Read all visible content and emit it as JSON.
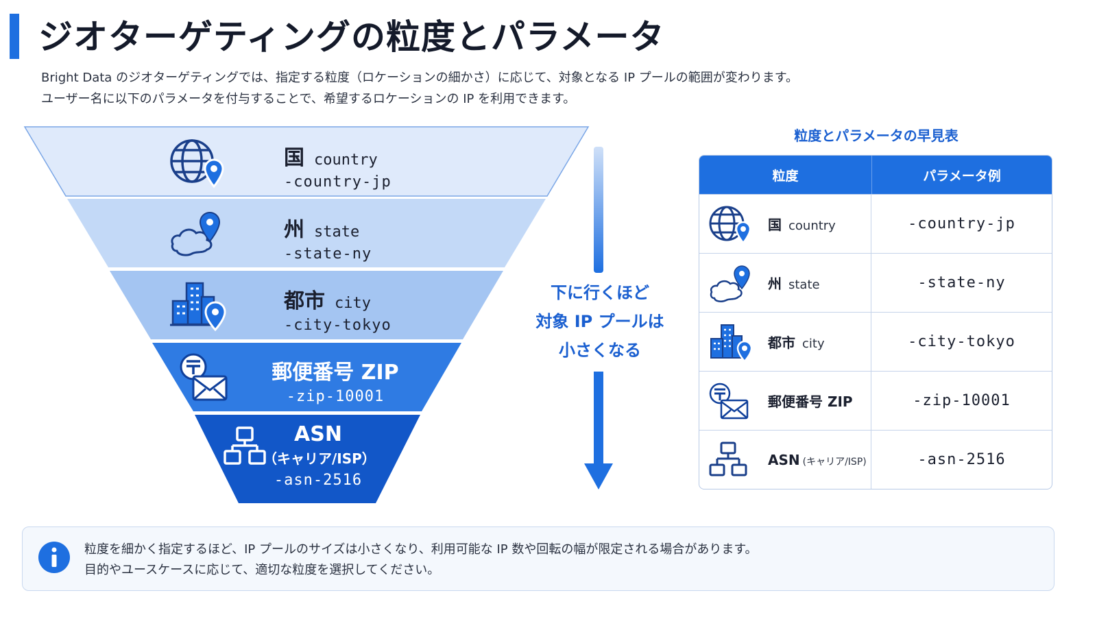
{
  "title": "ジオターゲティングの粒度とパラメータ",
  "intro": [
    "Bright Data のジオターゲティングでは、指定する粒度（ロケーションの細かさ）に応じて、対象となる IP プールの範囲が変わります。",
    "ユーザー名に以下のパラメータを付与することで、希望するロケーションの IP を利用できます。"
  ],
  "funnel": {
    "levels": [
      {
        "name": "国",
        "en": "country",
        "param": "-country-jp",
        "icon": "globe-pin-icon"
      },
      {
        "name": "州",
        "en": "state",
        "param": "-state-ny",
        "icon": "map-pin-icon"
      },
      {
        "name": "都市",
        "en": "city",
        "param": "-city-tokyo",
        "icon": "buildings-pin-icon"
      },
      {
        "name": "郵便番号 ZIP",
        "en": "",
        "param": "-zip-10001",
        "icon": "postal-mail-icon"
      },
      {
        "name": "ASN",
        "en": "（キャリア/ISP）",
        "param": "-asn-2516",
        "icon": "network-icon"
      }
    ],
    "colors": [
      "#dfeafb",
      "#c3d9f7",
      "#a4c5f2",
      "#2f7be3",
      "#1257c8"
    ],
    "arrow_text": [
      "下に行くほど",
      "対象 IP プールは",
      "小さくなる"
    ]
  },
  "table": {
    "title": "粒度とパラメータの早見表",
    "headers": [
      "粒度",
      "パラメータ例"
    ],
    "rows": [
      {
        "name": "国",
        "en": "country",
        "param": "-country-jp",
        "icon": "globe-pin-icon"
      },
      {
        "name": "州",
        "en": "state",
        "param": "-state-ny",
        "icon": "map-pin-icon"
      },
      {
        "name": "都市",
        "en": "city",
        "param": "-city-tokyo",
        "icon": "buildings-pin-icon"
      },
      {
        "name": "郵便番号 ZIP",
        "en": "",
        "param": "-zip-10001",
        "icon": "postal-mail-icon"
      },
      {
        "name": "ASN",
        "en": "(キャリア/ISP)",
        "param": "-asn-2516",
        "icon": "network-icon"
      }
    ]
  },
  "note": {
    "icon": "info-icon",
    "lines": [
      "粒度を細かく指定するほど、IP プールのサイズは小さくなり、利用可能な IP 数や回転の幅が限定される場合があります。",
      "目的やユースケースに応じて、適切な粒度を選択してください。"
    ]
  }
}
